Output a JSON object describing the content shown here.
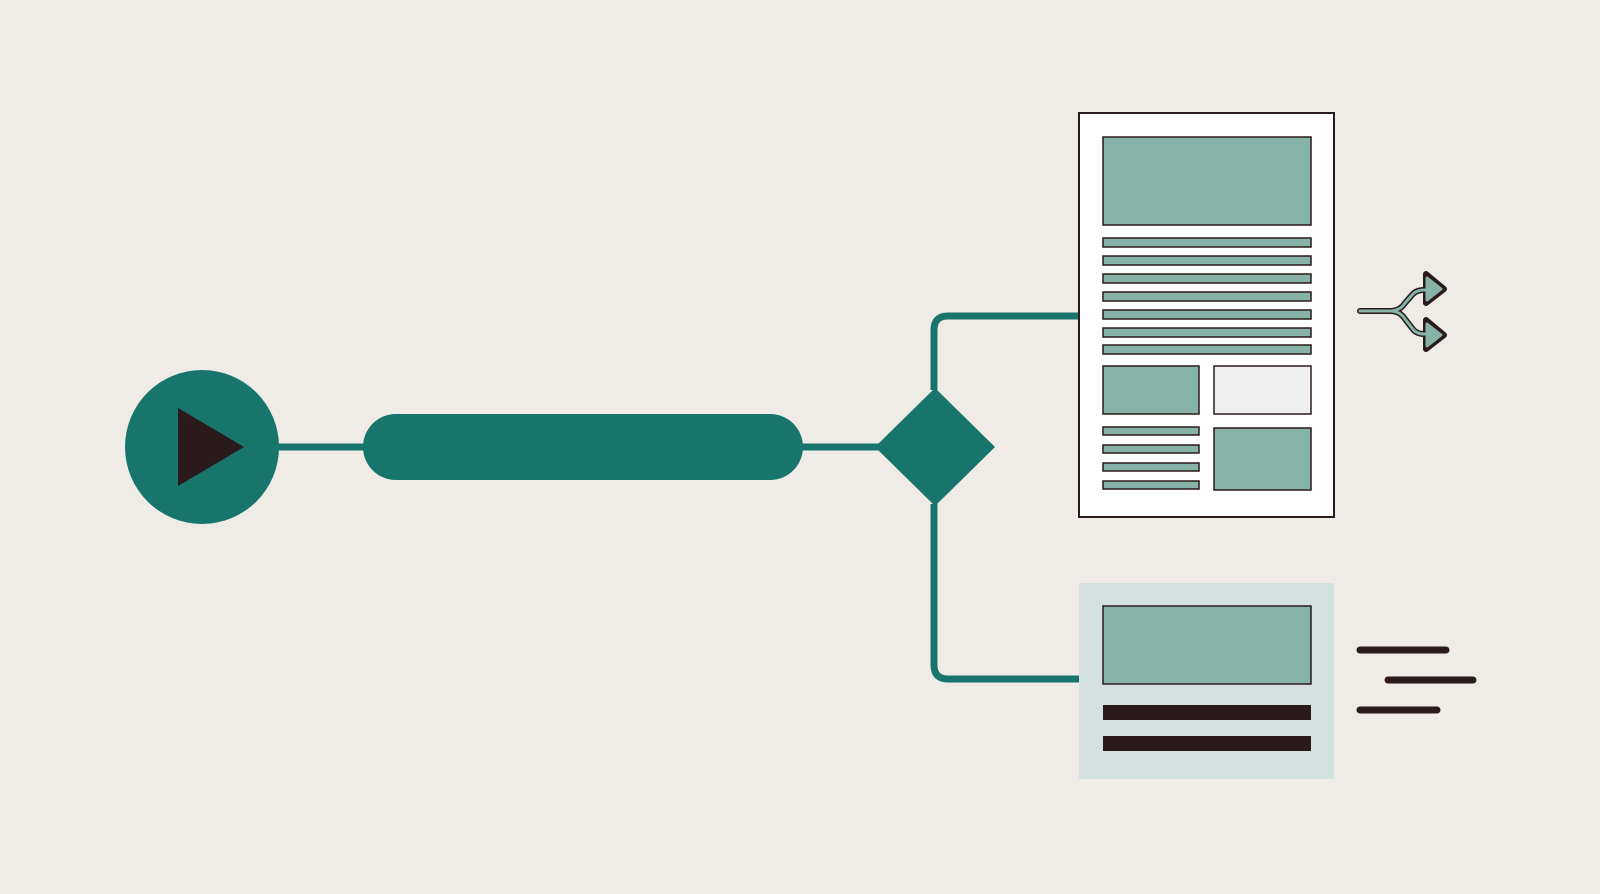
{
  "colors": {
    "background": "#efebe6",
    "primary_teal": "#17756b",
    "light_teal": "#86b2a8",
    "dark": "#2a1a1c",
    "paper": "#ffffff",
    "pale_blue": "#d5e1e1",
    "pale_gray": "#efefef"
  },
  "nodes": [
    {
      "name": "start",
      "shape": "circle",
      "icon": "play-icon"
    },
    {
      "name": "process",
      "shape": "rounded-bar"
    },
    {
      "name": "decision",
      "shape": "diamond"
    },
    {
      "name": "document-output",
      "shape": "page-layout",
      "icon": "split-arrows-icon"
    },
    {
      "name": "card-output",
      "shape": "card",
      "icon": "text-lines-icon"
    }
  ],
  "edges": [
    {
      "from": "start",
      "to": "process"
    },
    {
      "from": "process",
      "to": "decision"
    },
    {
      "from": "decision",
      "to": "document-output",
      "branch": "upper"
    },
    {
      "from": "decision",
      "to": "card-output",
      "branch": "lower"
    }
  ]
}
